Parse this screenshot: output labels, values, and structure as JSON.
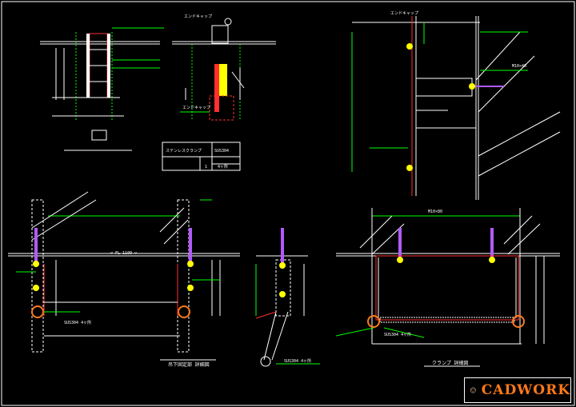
{
  "drawing": {
    "caption_left": "吊下固定部  詳細図",
    "caption_right": "クランプ  詳細図",
    "logo": "CADWORK",
    "table_cells": [
      "ステンレスクランプ",
      "SUS304",
      "1",
      "4ヶ所"
    ],
    "top_labels": [
      "エンドキャップ",
      "エンドキャップ",
      "エンドキャップ",
      "M10×40"
    ],
    "bottom_labels": [
      "M10×80",
      "SUS304 4ヶ所",
      "SUS304 4ヶ所",
      "SUS304 4ヶ所"
    ],
    "level_mark": "▽ FL 1100 ▽",
    "colors": {
      "white": "#ffffff",
      "green": "#00ff00",
      "yellow": "#ffff00",
      "red": "#ff3030",
      "cyan": "#00ffff",
      "purple": "#b25aff",
      "orange": "#ff7a1a"
    }
  }
}
